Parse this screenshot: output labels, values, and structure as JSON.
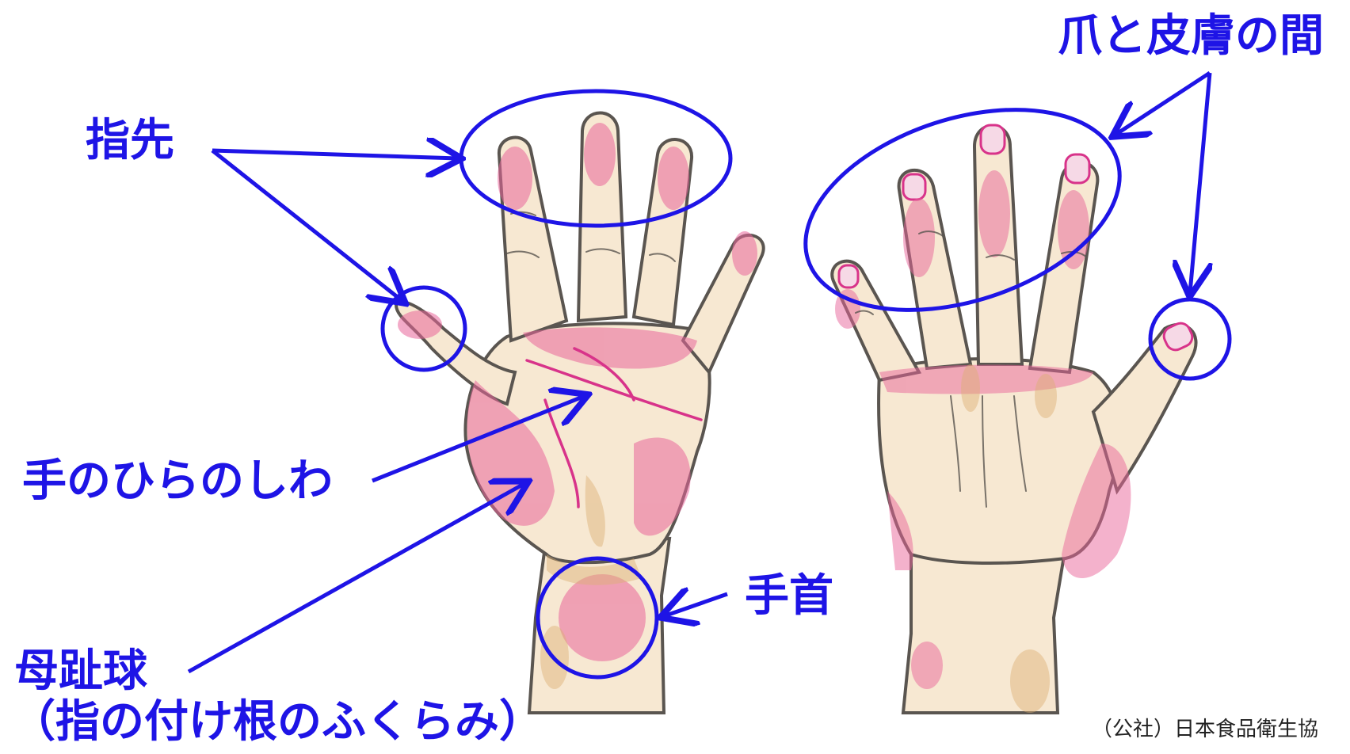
{
  "labels": {
    "fingertips": "指先",
    "nail_skin_gap": "爪と皮膚の間",
    "palm_creases": "手のひらのしわ",
    "wrist": "手首",
    "thenar_line1": "母趾球",
    "thenar_line2": "（指の付け根のふくらみ）"
  },
  "credit": "（公社）日本食品衛生協",
  "colors": {
    "annotation": "#1e14e6",
    "skin": "#f7e8d2",
    "highlight": "#e9669a",
    "outline": "#5a5550",
    "shadow": "#dcb074"
  }
}
